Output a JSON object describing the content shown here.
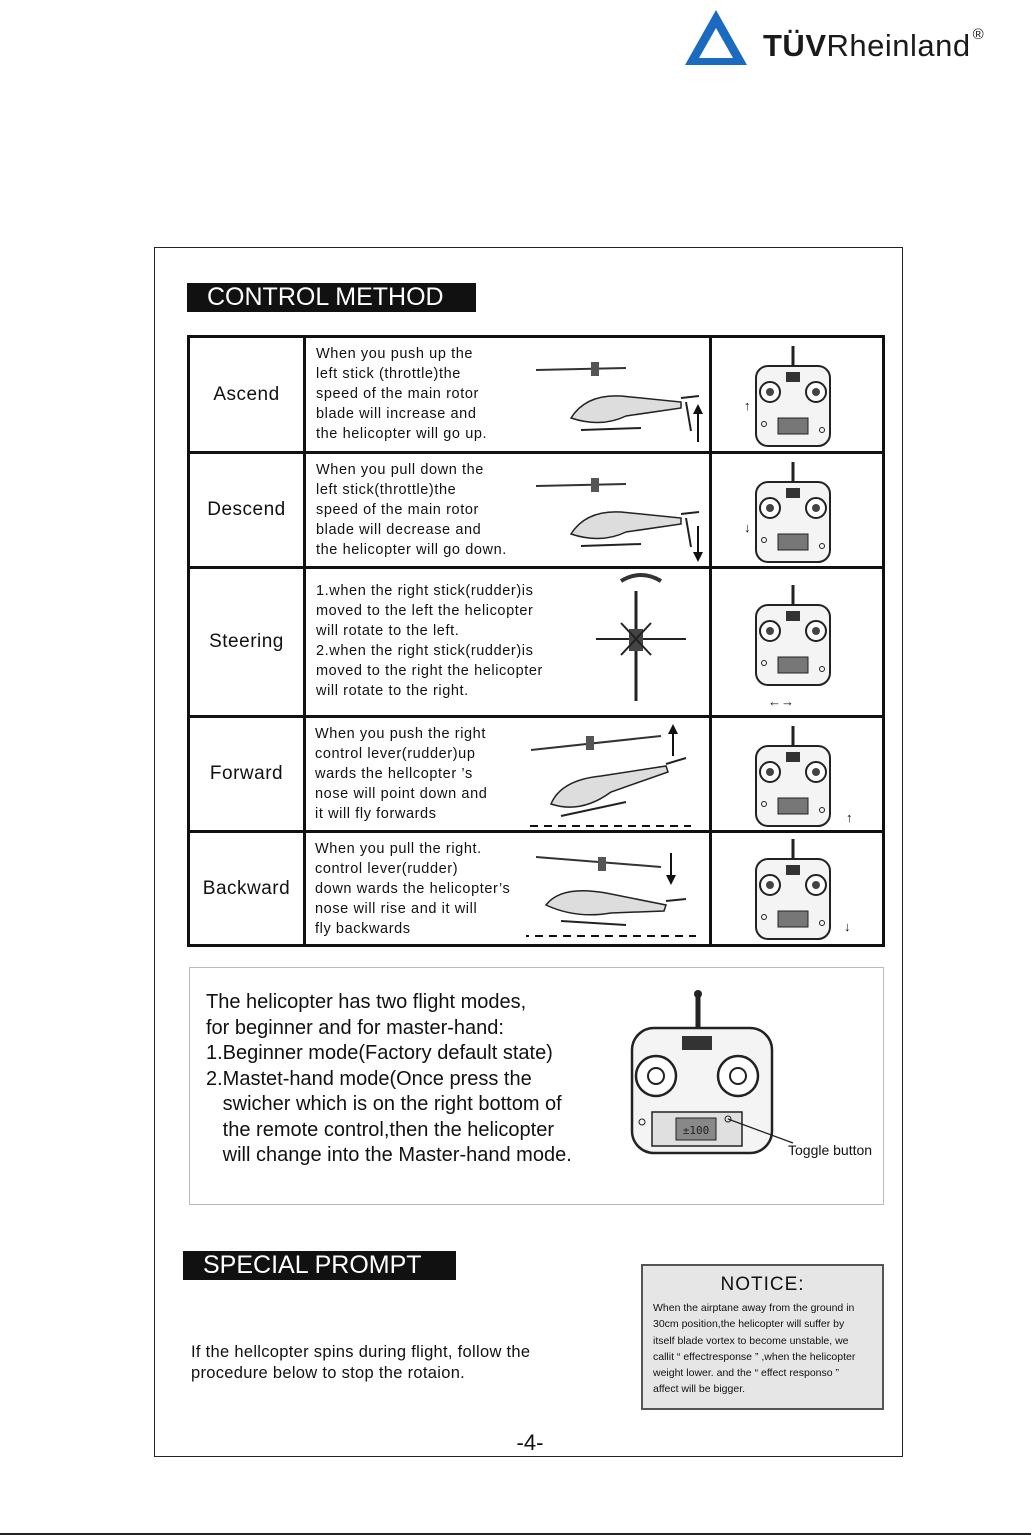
{
  "brand": {
    "name_bold": "TÜV",
    "name_regular": "Rheinland",
    "registered_mark": "®",
    "color": "#1a6bbf"
  },
  "control_method": {
    "header": "CONTROL METHOD",
    "rows": [
      {
        "label": "Ascend",
        "desc": "When you push up the\nleft stick (throttle)the\nspeed of the main rotor\nblade will increase and\nthe helicopter will go up."
      },
      {
        "label": "Descend",
        "desc": "When you pull down the\nleft stick(throttle)the\nspeed of the main rotor\nblade will decrease and\nthe helicopter will go down."
      },
      {
        "label": "Steering",
        "desc": "1.when the right stick(rudder)is\nmoved to the left the helicopter\nwill rotate to the left.\n2.when the right stick(rudder)is\nmoved to the right the helicopter\nwill rotate to the right."
      },
      {
        "label": "Forward",
        "desc": "When you push the right\ncontrol lever(rudder)up\nwards the hellcopter ’s\nnose will point down and\nit will fly forwards"
      },
      {
        "label": "Backward",
        "desc": "When you pull the right.\ncontrol lever(rudder)\ndown wards the helicopter’s\nnose will rise and it will\nfly backwards"
      }
    ]
  },
  "flight_modes": {
    "text": "The helicopter has two flight modes,\nfor beginner and for master-hand:\n1.Beginner mode(Factory default state)\n2.Mastet-hand mode(Once press the\n   swicher which is on the right bottom of\n   the remote control,then the helicopter\n   will change into the Master-hand mode.",
    "toggle_label": "Toggle button",
    "display_readout": "±100"
  },
  "special_prompt": {
    "header": "SPECIAL PROMPT",
    "text": "If the hellcopter spins during flight, follow the\nprocedure below to stop the rotaion."
  },
  "notice": {
    "title": "NOTICE:",
    "body": "When the airptane away from the ground in\n30cm position,the helicopter will suffer by\nitself blade vortex to become unstable, we\ncallit “ effectresponse ” ,when the helicopter\nweight lower. and the “ effect responso ”\naffect will be bigger."
  },
  "page_number": "-4-"
}
